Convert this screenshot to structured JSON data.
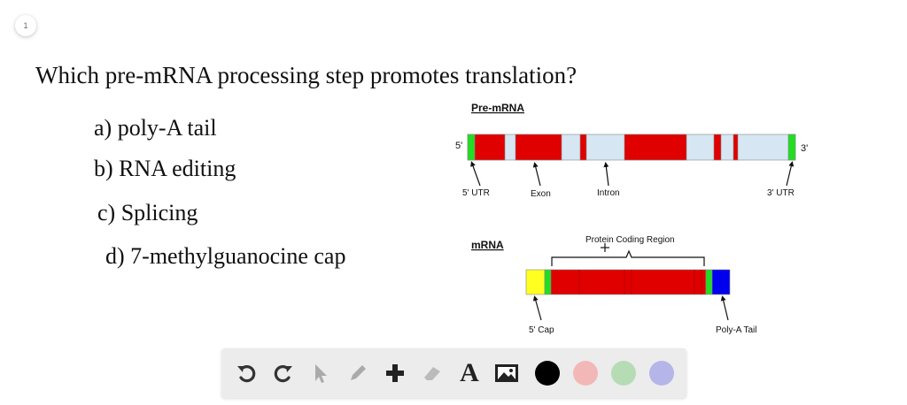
{
  "page_number": "1",
  "question": "Which pre-mRNA processing step promotes translation?",
  "options": [
    "a) poly-A tail",
    "b) RNA editing",
    "c) Splicing",
    "d) 7-methylguanocine cap"
  ],
  "diagram": {
    "premrna_title": "Pre-mRNA",
    "five_prime": "5'",
    "three_prime": "3'",
    "labels": {
      "utr5": "5' UTR",
      "exon": "Exon",
      "intron": "Intron",
      "utr3": "3' UTR"
    },
    "mrna_title": "mRNA",
    "coding_region": "Protein Coding Region",
    "cap_label": "5' Cap",
    "tail_label": "Poly-A Tail"
  },
  "toolbar": {
    "tools": [
      "undo-icon",
      "redo-icon",
      "pointer-icon",
      "pencil-icon",
      "plus-icon",
      "eraser-icon",
      "text-icon",
      "image-icon"
    ],
    "text_tool_glyph": "A",
    "colors": [
      "#000000",
      "#f2b8b8",
      "#b6dcb6",
      "#b5b5ea"
    ]
  },
  "colors": {
    "exon": "#e00000",
    "intron": "#d6e6f2",
    "utr": "#22dd22",
    "cap": "#ffff22",
    "tail": "#0000ee"
  }
}
